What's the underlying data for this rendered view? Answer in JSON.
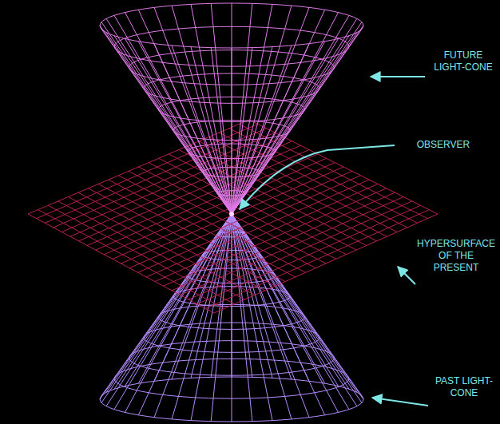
{
  "diagram": {
    "labels": [
      "FUTURE LIGHT-CONE",
      "OBSERVER",
      "HYPERSURFACE OF THE PRESENT",
      "PAST LIGHT-CONE"
    ]
  }
}
